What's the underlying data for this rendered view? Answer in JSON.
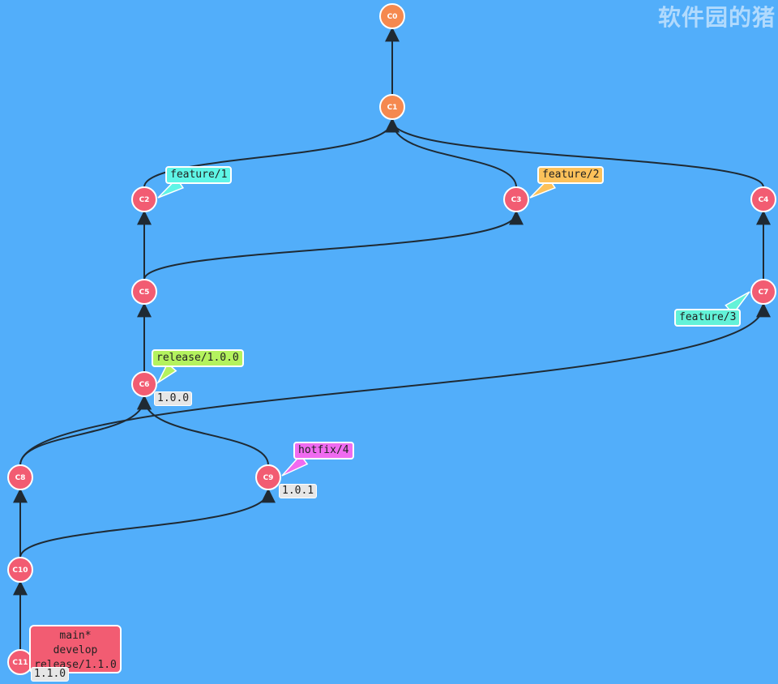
{
  "watermark": "软件园的猪",
  "commits": [
    {
      "id": "C0",
      "color": "#f5894f"
    },
    {
      "id": "C1",
      "color": "#f5894f"
    },
    {
      "id": "C2",
      "color": "#f25c72"
    },
    {
      "id": "C3",
      "color": "#f25c72"
    },
    {
      "id": "C4",
      "color": "#f25c72"
    },
    {
      "id": "C5",
      "color": "#f25c72"
    },
    {
      "id": "C6",
      "color": "#f25c72"
    },
    {
      "id": "C7",
      "color": "#f25c72"
    },
    {
      "id": "C8",
      "color": "#f25c72"
    },
    {
      "id": "C9",
      "color": "#f25c72"
    },
    {
      "id": "C10",
      "color": "#f25c72"
    },
    {
      "id": "C11",
      "color": "#f25c72"
    }
  ],
  "edges": [
    {
      "child": "C1",
      "parent": "C0"
    },
    {
      "child": "C2",
      "parent": "C1"
    },
    {
      "child": "C3",
      "parent": "C1"
    },
    {
      "child": "C4",
      "parent": "C1"
    },
    {
      "child": "C5",
      "parent": "C2"
    },
    {
      "child": "C5",
      "parent": "C3"
    },
    {
      "child": "C6",
      "parent": "C5"
    },
    {
      "child": "C7",
      "parent": "C4"
    },
    {
      "child": "C8",
      "parent": "C6"
    },
    {
      "child": "C8",
      "parent": "C7"
    },
    {
      "child": "C9",
      "parent": "C6"
    },
    {
      "child": "C10",
      "parent": "C8"
    },
    {
      "child": "C10",
      "parent": "C9"
    },
    {
      "child": "C11",
      "parent": "C10"
    }
  ],
  "branches": [
    {
      "name": "feature/1",
      "target": "C2",
      "color": "#5ff5e6"
    },
    {
      "name": "feature/2",
      "target": "C3",
      "color": "#fcc15a"
    },
    {
      "name": "feature/3",
      "target": "C7",
      "color": "#63f2d8"
    },
    {
      "name": "release/1.0.0",
      "target": "C6",
      "color": "#b4f25e"
    },
    {
      "name": "hotfix/4",
      "target": "C9",
      "color": "#f06bf0"
    }
  ],
  "tags": [
    {
      "name": "1.0.0",
      "target": "C6"
    },
    {
      "name": "1.0.1",
      "target": "C9"
    },
    {
      "name": "1.1.0",
      "target": "C11"
    }
  ],
  "head": {
    "target": "C11",
    "lines": [
      "main*",
      "develop",
      "release/1.1.0"
    ]
  },
  "colors": {
    "background": "#52aefa",
    "edge": "#1f2a33",
    "node_stroke": "#ffffff"
  }
}
